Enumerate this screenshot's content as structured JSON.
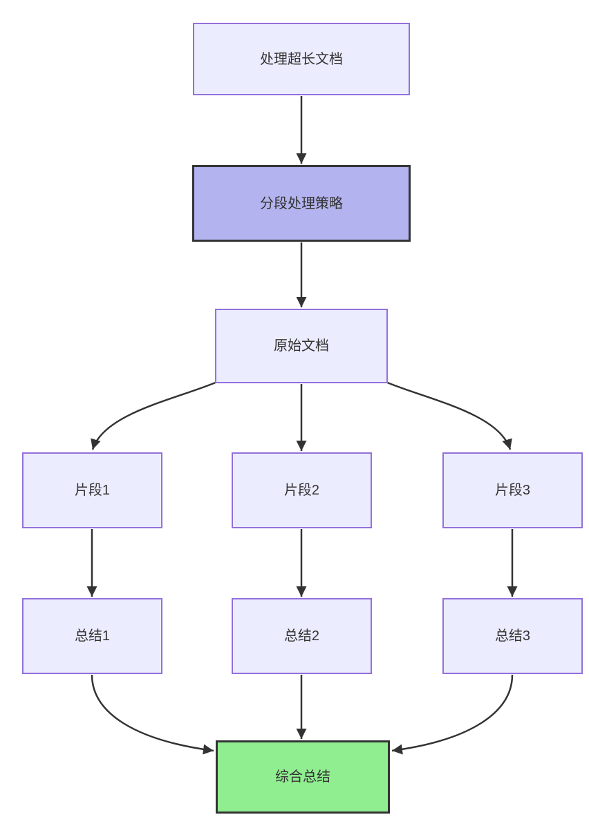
{
  "diagram": {
    "type": "flowchart",
    "direction": "top-down",
    "nodes": [
      {
        "id": "doc",
        "label": "处理超长文档",
        "kind": "default"
      },
      {
        "id": "strategy",
        "label": "分段处理策略",
        "kind": "emphasis"
      },
      {
        "id": "original",
        "label": "原始文档",
        "kind": "default"
      },
      {
        "id": "seg1",
        "label": "片段1",
        "kind": "default"
      },
      {
        "id": "seg2",
        "label": "片段2",
        "kind": "default"
      },
      {
        "id": "seg3",
        "label": "片段3",
        "kind": "default"
      },
      {
        "id": "sum1",
        "label": "总结1",
        "kind": "default"
      },
      {
        "id": "sum2",
        "label": "总结2",
        "kind": "default"
      },
      {
        "id": "sum3",
        "label": "总结3",
        "kind": "default"
      },
      {
        "id": "final",
        "label": "综合总结",
        "kind": "success"
      }
    ],
    "edges": [
      {
        "from": "doc",
        "to": "strategy"
      },
      {
        "from": "strategy",
        "to": "original"
      },
      {
        "from": "original",
        "to": "seg1"
      },
      {
        "from": "original",
        "to": "seg2"
      },
      {
        "from": "original",
        "to": "seg3"
      },
      {
        "from": "seg1",
        "to": "sum1"
      },
      {
        "from": "seg2",
        "to": "sum2"
      },
      {
        "from": "seg3",
        "to": "sum3"
      },
      {
        "from": "sum1",
        "to": "final"
      },
      {
        "from": "sum2",
        "to": "final"
      },
      {
        "from": "sum3",
        "to": "final"
      }
    ],
    "colors": {
      "background": "#ffffff",
      "default_fill": "#ECECFF",
      "default_border": "#9370DB",
      "emphasis_fill": "#B3B3EF",
      "emphasis_border": "#333333",
      "success_fill": "#90EE90",
      "success_border": "#333333",
      "edge": "#333333",
      "text": "#333333"
    }
  }
}
